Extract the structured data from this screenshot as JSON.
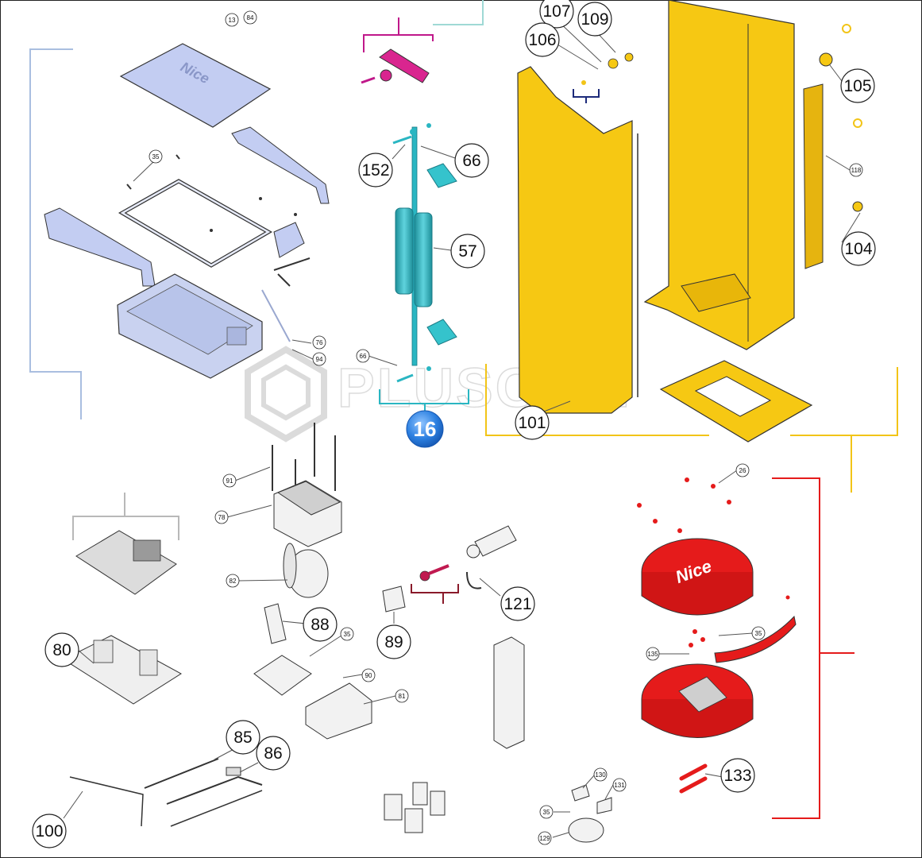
{
  "watermark": "PLUSCOM",
  "logo_text": "Nice",
  "group_badge": "16",
  "group_colors": {
    "blue": "#a9bee0",
    "gray": "#b8b8b8",
    "magenta": "#c0188a",
    "teal": "#2ab6c2",
    "navy": "#1c2a7a",
    "yellow": "#f2c417",
    "red": "#e51b1b",
    "maroon": "#8a1a2a"
  },
  "parts_large": [
    "107",
    "109",
    "106",
    "105",
    "152",
    "66",
    "57",
    "104",
    "101",
    "121",
    "88",
    "89",
    "80",
    "85",
    "86",
    "100",
    "133"
  ],
  "parts_small": [
    "13",
    "84",
    "35",
    "76",
    "94",
    "66",
    "118",
    "91",
    "78",
    "82",
    "26",
    "35",
    "135",
    "35",
    "90",
    "81",
    "130",
    "131",
    "35",
    "129"
  ]
}
